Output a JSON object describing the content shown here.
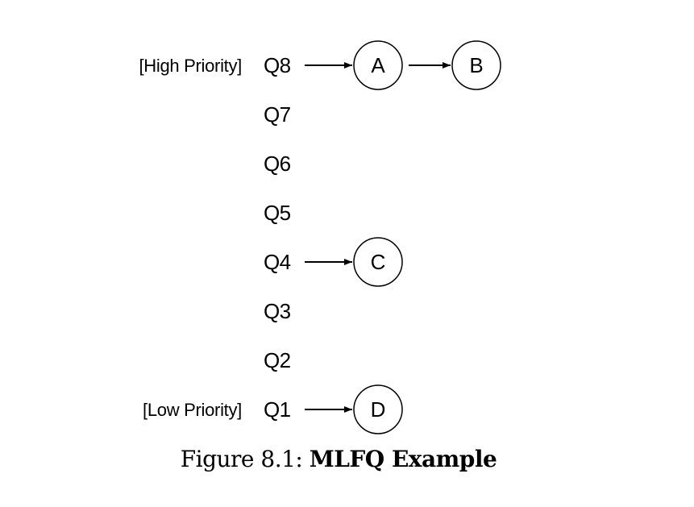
{
  "priority_labels": {
    "high": "[High Priority]",
    "low": "[Low Priority]"
  },
  "queues": [
    {
      "label": "Q8",
      "jobs": [
        "A",
        "B"
      ]
    },
    {
      "label": "Q7",
      "jobs": []
    },
    {
      "label": "Q6",
      "jobs": []
    },
    {
      "label": "Q5",
      "jobs": []
    },
    {
      "label": "Q4",
      "jobs": [
        "C"
      ]
    },
    {
      "label": "Q3",
      "jobs": []
    },
    {
      "label": "Q2",
      "jobs": []
    },
    {
      "label": "Q1",
      "jobs": [
        "D"
      ]
    }
  ],
  "caption": {
    "prefix": "Figure 8.1: ",
    "title": "MLFQ Example"
  }
}
